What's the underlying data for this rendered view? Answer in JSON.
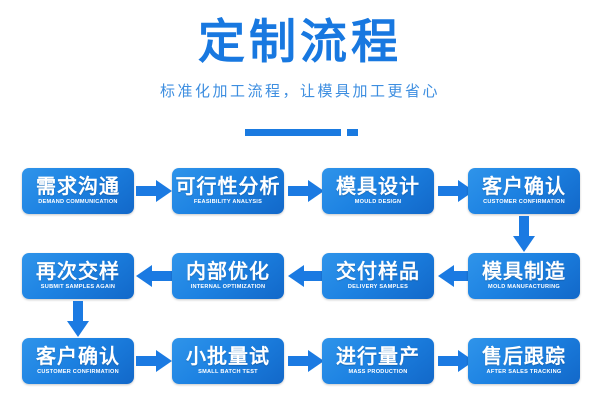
{
  "header": {
    "title": "定制流程",
    "subtitle": "标准化加工流程，让模具加工更省心",
    "title_color": "#1878e0",
    "subtitle_color": "#3d8ee0",
    "accent_color": "#1a7ae0"
  },
  "theme": {
    "box_gradient_from": "#2f94ea",
    "box_gradient_to": "#1268c9",
    "arrow_color": "#1b7ae2",
    "background": "#ffffff"
  },
  "flow": {
    "rows": [
      {
        "direction": "left-to-right",
        "steps": [
          {
            "cn": "需求沟通",
            "en": "DEMAND COMMUNICATION"
          },
          {
            "cn": "可行性分析",
            "en": "FEASIBILITY ANALYSIS"
          },
          {
            "cn": "模具设计",
            "en": "MOULD DESIGN"
          },
          {
            "cn": "客户确认",
            "en": "CUSTOMER CONFIRMATION"
          }
        ]
      },
      {
        "direction": "right-to-left",
        "steps": [
          {
            "cn": "再次交样",
            "en": "SUBMIT SAMPLES AGAIN"
          },
          {
            "cn": "内部优化",
            "en": "INTERNAL OPTIMIZATION"
          },
          {
            "cn": "交付样品",
            "en": "DELIVERY SAMPLES"
          },
          {
            "cn": "模具制造",
            "en": "MOLD MANUFACTURING"
          }
        ]
      },
      {
        "direction": "left-to-right",
        "steps": [
          {
            "cn": "客户确认",
            "en": "CUSTOMER CONFIRMATION"
          },
          {
            "cn": "小批量试",
            "en": "SMALL BATCH TEST"
          },
          {
            "cn": "进行量产",
            "en": "MASS PRODUCTION"
          },
          {
            "cn": "售后跟踪",
            "en": "AFTER SALES TRACKING"
          }
        ]
      }
    ],
    "connectors": {
      "row1_to_row2": "arrow-down-right",
      "row2_to_row3": "arrow-down-left"
    }
  }
}
